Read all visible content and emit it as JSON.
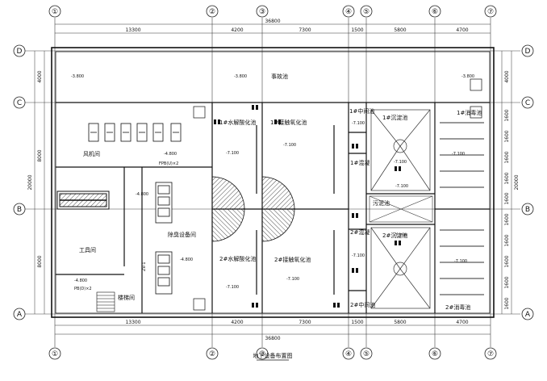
{
  "axes": {
    "columns": [
      "①",
      "②",
      "③",
      "④",
      "⑤",
      "⑥",
      "⑦"
    ],
    "rows": [
      "D",
      "C",
      "B",
      "A"
    ]
  },
  "dims": {
    "top_total": "36800",
    "top_spans": [
      "13300",
      "4200",
      "7300",
      "1500",
      "5800",
      "4700"
    ],
    "bottom_total": "36800",
    "bottom_spans": [
      "13300",
      "4200",
      "7300",
      "1500",
      "5800",
      "4700"
    ],
    "left_spans": [
      "4000",
      "8000",
      "8000"
    ],
    "left_total": "20000",
    "right_spans": [
      "4000",
      "1600",
      "1600",
      "1600",
      "1600",
      "1600",
      "1600",
      "1600",
      "1600",
      "1600",
      "1600"
    ],
    "right_total": "20000"
  },
  "rooms": {
    "accident_tank": "事故池",
    "fan_room": "风机间",
    "tool_room": "工具间",
    "stair_room": "楼梯间",
    "deodor_room": "除臭设备间",
    "hydrolysis_1": "1#水解酸化池",
    "hydrolysis_2": "2#水解酸化池",
    "contact_ox_1": "1#接触氧化池",
    "contact_ox_2": "2#接触氧化池",
    "intermediate_1": "1#中间池",
    "intermediate_2": "2#中间池",
    "mixing_1": "1#混凝",
    "mixing_2": "2#混凝",
    "settling_1": "1#沉淀池",
    "settling_2": "2#沉淀池",
    "sludge_tank": "污泥池",
    "disinfection_1": "1#消毒池",
    "disinfection_2": "2#消毒池"
  },
  "levels": {
    "l1": "-3.800",
    "l2": "-3.800",
    "l3": "-3.800",
    "l4": "-4.800",
    "l5": "-7.100",
    "l6": "-7.100",
    "l7": "-7.100",
    "l8": "-7.100",
    "l9": "-7.100",
    "l10": "-7.100",
    "l11": "-7.100",
    "l12": "-7.100",
    "l13": "-7.100",
    "l14": "-7.100",
    "l15": "-7.100",
    "l16": "-4.800",
    "l17": "-4.800",
    "l18": "-4.800"
  },
  "notes": {
    "fan_note": "FPB(U)×2",
    "pump_note": "PB(D)×2",
    "door_note": "ZV-1"
  },
  "drawing_title": "地下设备布置图"
}
